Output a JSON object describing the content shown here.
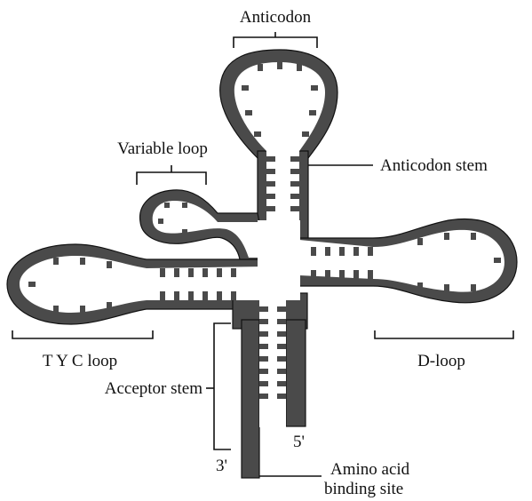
{
  "colors": {
    "strand": "#4a4a4a",
    "outline": "#111111",
    "background": "#ffffff",
    "text": "#111111"
  },
  "labels": {
    "anticodon": "Anticodon",
    "variable_loop": "Variable loop",
    "anticodon_stem": "Anticodon stem",
    "tyc_loop": "T Y C loop",
    "d_loop": "D-loop",
    "acceptor_stem": "Acceptor stem",
    "three_prime": "3'",
    "five_prime": "5'",
    "amino_acid_line1": "Amino acid",
    "amino_acid_line2": "binding site"
  }
}
